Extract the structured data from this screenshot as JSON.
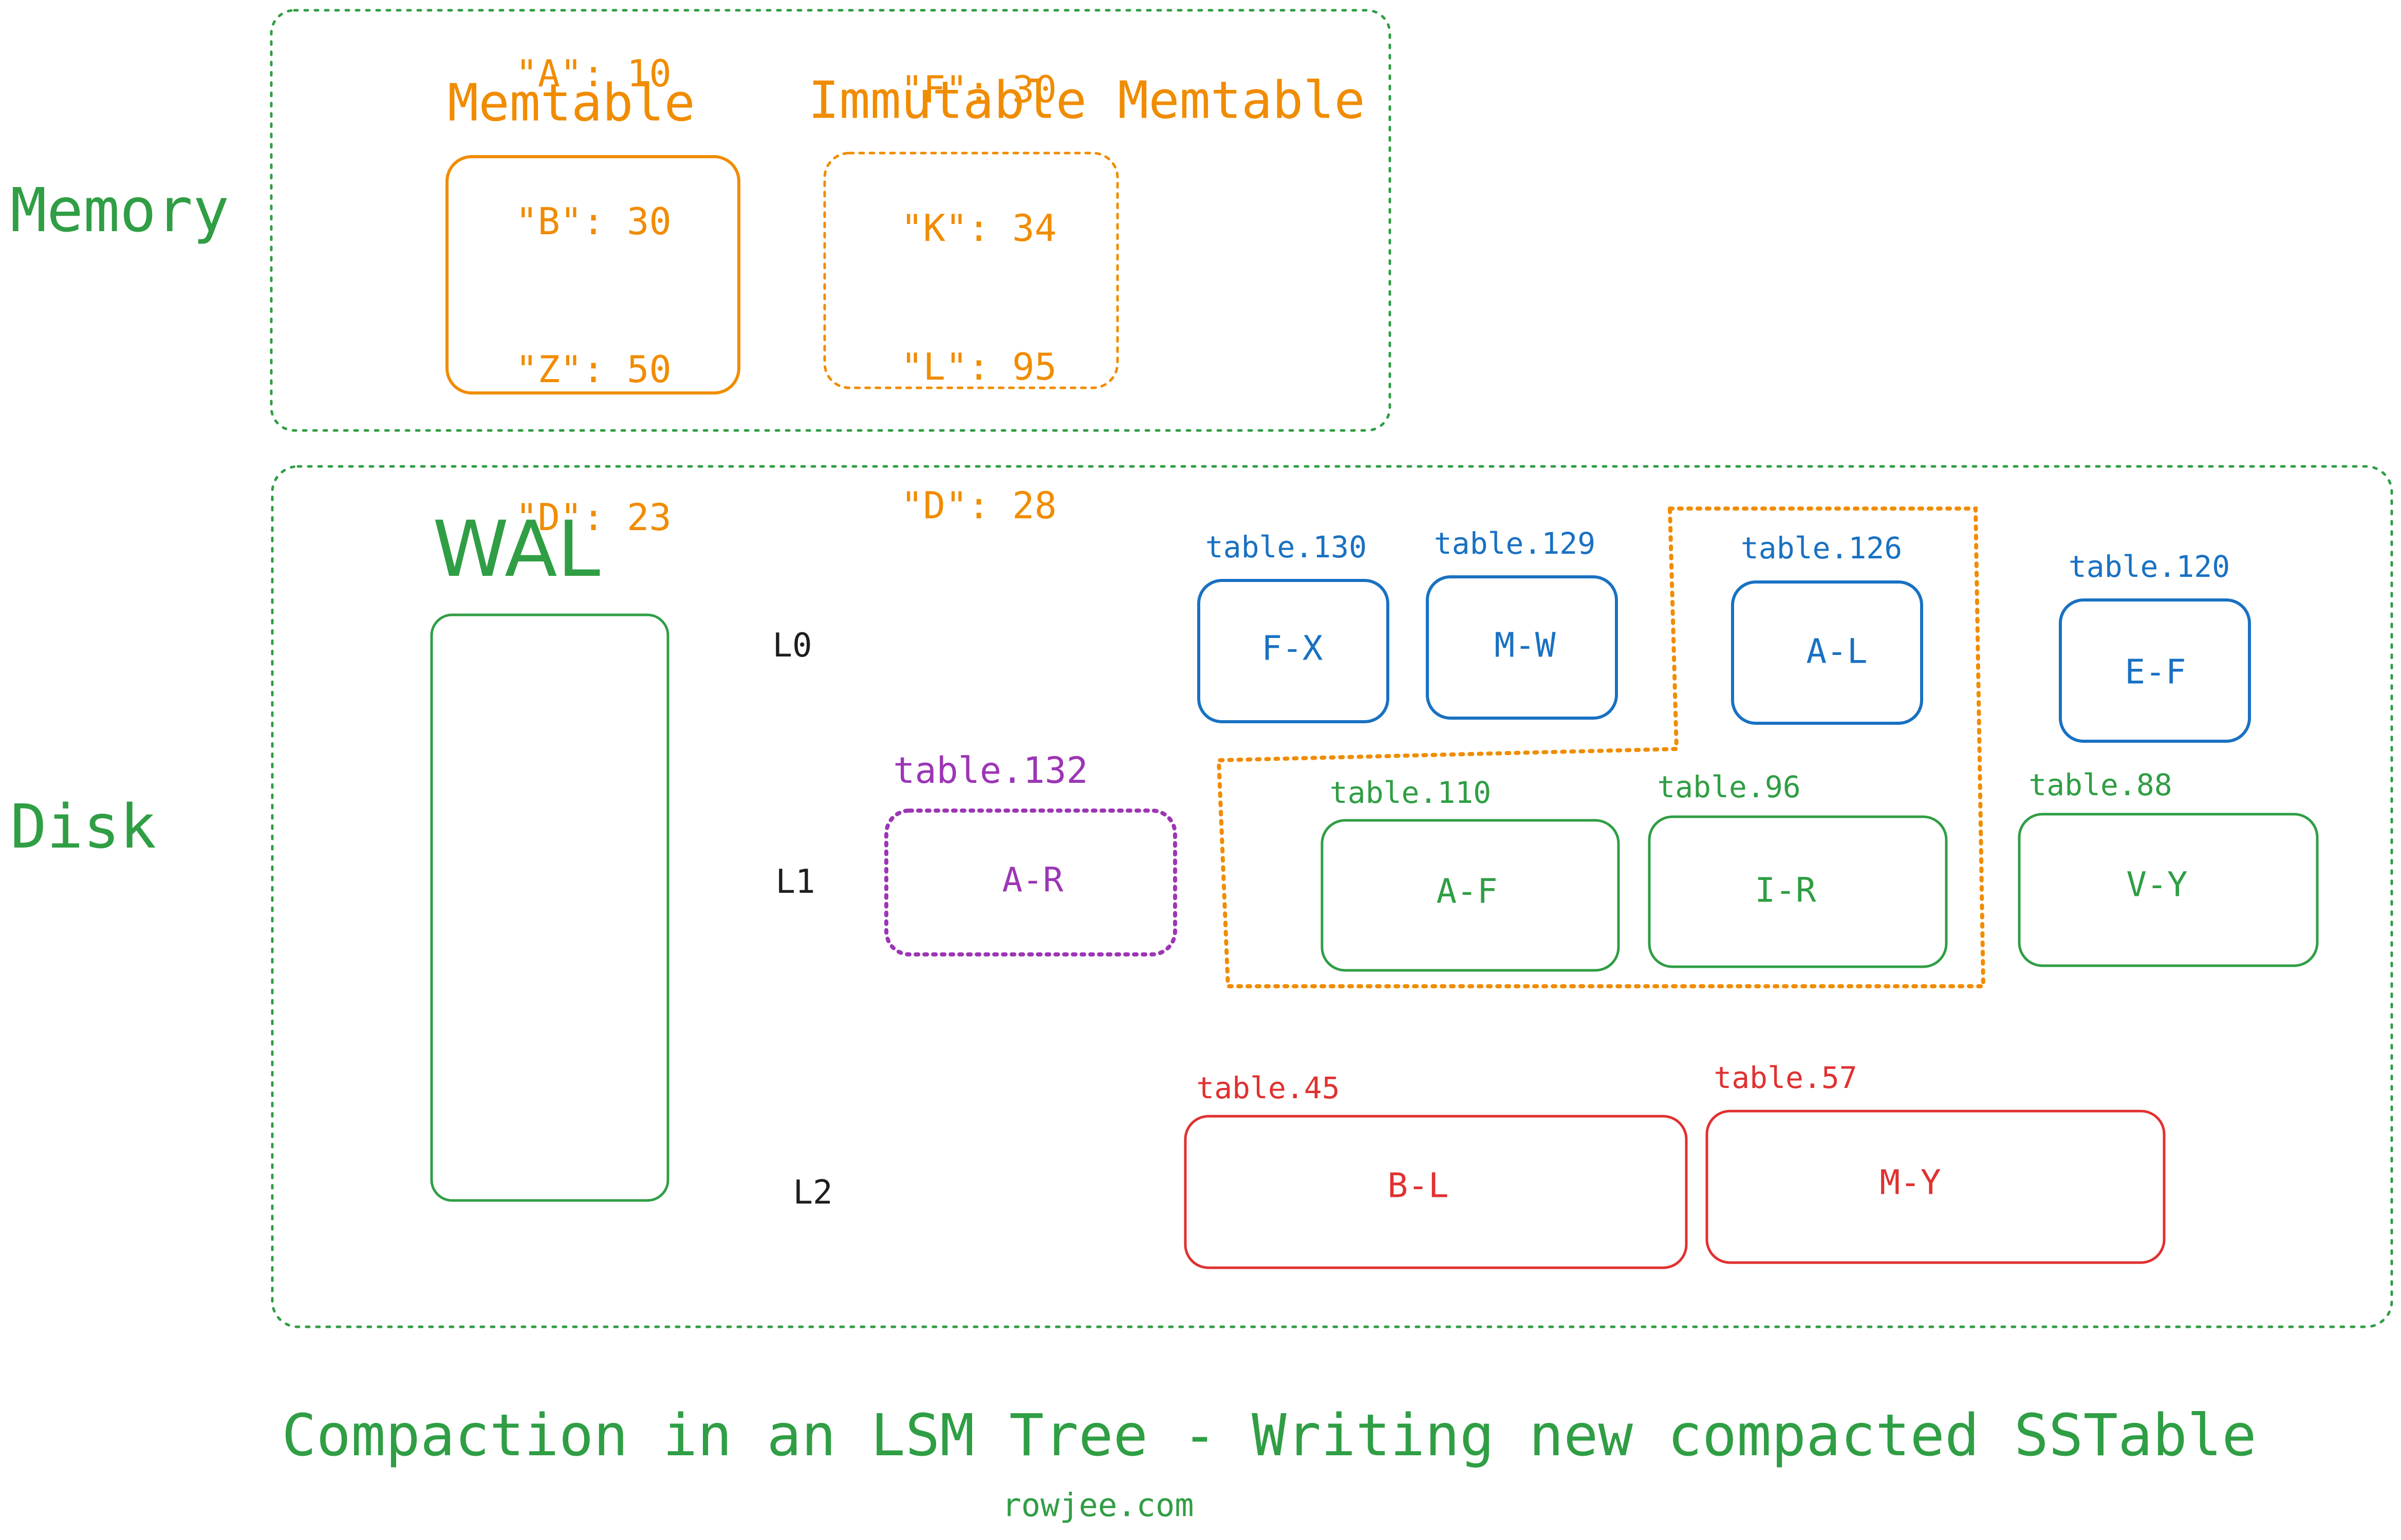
{
  "colors": {
    "green": "#2f9e44",
    "orange": "#f08c00",
    "blue": "#1971c2",
    "purple": "#9c36b5",
    "red": "#e03131",
    "black": "#1e1e1e"
  },
  "memory": {
    "label": "Memory",
    "memtable": {
      "title": "Memtable",
      "entries": [
        "\"A\": 10",
        "\"B\": 30",
        "\"Z\": 50",
        "\"D\": 23"
      ]
    },
    "immutable_memtable": {
      "title": "Immutable Memtable",
      "entries": [
        "\"F\": 30",
        "\"K\": 34",
        "\"L\": 95",
        "\"D\": 28"
      ]
    }
  },
  "disk": {
    "label": "Disk",
    "wal_label": "WAL",
    "levels": [
      "L0",
      "L1",
      "L2"
    ],
    "l0_tables": [
      {
        "name": "table.130",
        "range": "F-X"
      },
      {
        "name": "table.129",
        "range": "M-W"
      },
      {
        "name": "table.126",
        "range": "A-L"
      },
      {
        "name": "table.120",
        "range": "E-F"
      }
    ],
    "l1_new_table": {
      "name": "table.132",
      "range": "A-R"
    },
    "l1_tables": [
      {
        "name": "table.110",
        "range": "A-F"
      },
      {
        "name": "table.96",
        "range": "I-R"
      },
      {
        "name": "table.88",
        "range": "V-Y"
      }
    ],
    "l2_tables": [
      {
        "name": "table.45",
        "range": "B-L"
      },
      {
        "name": "table.57",
        "range": "M-Y"
      }
    ]
  },
  "footer": {
    "title": "Compaction in an LSM Tree - Writing new compacted SSTable",
    "site": "rowjee.com"
  }
}
